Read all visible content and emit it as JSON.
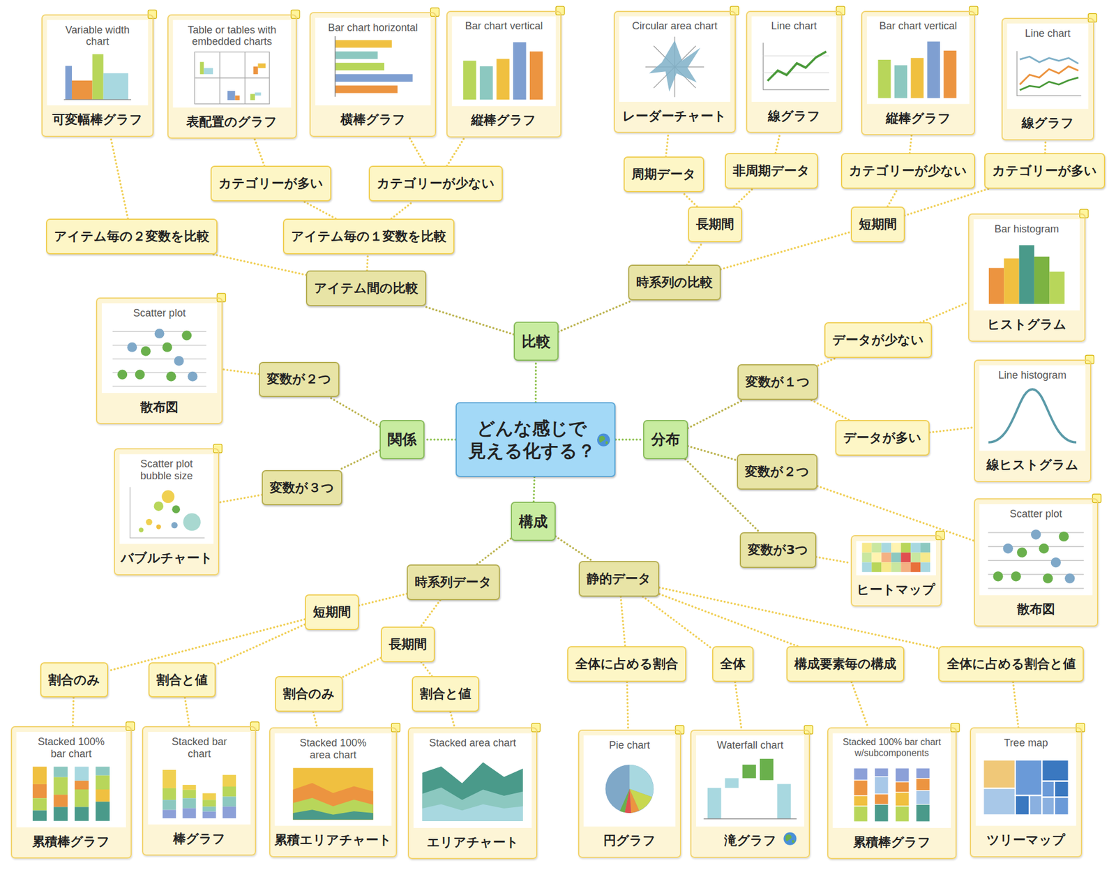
{
  "diagram": {
    "nodes": [
      {
        "text": [
          "どんな感じで 見える化する？"
        ]
      },
      {
        "text": [
          "比較"
        ]
      },
      {
        "text": [
          "関係"
        ]
      },
      {
        "text": [
          "分布"
        ]
      },
      {
        "text": [
          "構成"
        ]
      },
      {
        "text": [
          "アイテム間の比較"
        ]
      },
      {
        "text": [
          "時系列の比較"
        ]
      },
      {
        "text": [
          "アイテム毎の２変数を比較"
        ]
      },
      {
        "text": [
          "アイテム毎の１変数を比較"
        ]
      },
      {
        "text": [
          "Variable width chart",
          "可変幅棒グラフ"
        ]
      },
      {
        "text": [
          "カテゴリーが多い"
        ]
      },
      {
        "text": [
          "カテゴリーが少ない"
        ]
      },
      {
        "text": [
          "Table or tables with embedded charts",
          "表配置のグラフ"
        ]
      },
      {
        "text": [
          "Bar chart horizontal",
          "横棒グラフ"
        ]
      },
      {
        "text": [
          "Bar chart vertical",
          "縦棒グラフ"
        ]
      },
      {
        "text": [
          "長期間"
        ]
      },
      {
        "text": [
          "短期間"
        ]
      },
      {
        "text": [
          "周期データ"
        ]
      },
      {
        "text": [
          "非周期データ"
        ]
      },
      {
        "text": [
          "Circular area chart",
          "レーダーチャート"
        ]
      },
      {
        "text": [
          "Line chart",
          "線グラフ"
        ]
      },
      {
        "text": [
          "カテゴリーが少ない"
        ]
      },
      {
        "text": [
          "カテゴリーが多い"
        ]
      },
      {
        "text": [
          "Bar chart vertical",
          "縦棒グラフ"
        ]
      },
      {
        "text": [
          "Line chart",
          "線グラフ"
        ]
      },
      {
        "text": [
          "変数が１つ"
        ]
      },
      {
        "text": [
          "変数が２つ"
        ]
      },
      {
        "text": [
          "変数が3つ"
        ]
      },
      {
        "text": [
          "データが少ない"
        ]
      },
      {
        "text": [
          "データが多い"
        ]
      },
      {
        "text": [
          "Bar histogram",
          "ヒストグラム"
        ]
      },
      {
        "text": [
          "Line histogram",
          "線ヒストグラム"
        ]
      },
      {
        "text": [
          "ヒートマップ"
        ]
      },
      {
        "text": [
          "Scatter plot",
          "散布図"
        ]
      },
      {
        "text": [
          "変数が２つ"
        ]
      },
      {
        "text": [
          "変数が３つ"
        ]
      },
      {
        "text": [
          "Scatter plot",
          "散布図"
        ]
      },
      {
        "text": [
          "Scatter plot bubble size",
          "バブルチャート"
        ]
      },
      {
        "text": [
          "時系列データ"
        ]
      },
      {
        "text": [
          "静的データ"
        ]
      },
      {
        "text": [
          "短期間"
        ]
      },
      {
        "text": [
          "長期間"
        ]
      },
      {
        "text": [
          "割合のみ"
        ]
      },
      {
        "text": [
          "割合と値"
        ]
      },
      {
        "text": [
          "割合のみ"
        ]
      },
      {
        "text": [
          "割合と値"
        ]
      },
      {
        "text": [
          "Stacked 100% bar chart",
          "累積棒グラフ"
        ]
      },
      {
        "text": [
          "Stacked bar chart",
          "棒グラフ"
        ]
      },
      {
        "text": [
          "Stacked 100% area chart",
          "累積エリアチャート"
        ]
      },
      {
        "text": [
          "Stacked area chart",
          "エリアチャート"
        ]
      },
      {
        "text": [
          "全体に占める割合"
        ]
      },
      {
        "text": [
          "全体"
        ]
      },
      {
        "text": [
          "構成要素毎の構成"
        ]
      },
      {
        "text": [
          "全体に占める割合と値"
        ]
      },
      {
        "text": [
          "Pie chart",
          "円グラフ"
        ]
      },
      {
        "text": [
          "Waterfall chart",
          "滝グラフ"
        ]
      },
      {
        "text": [
          "Stacked 100% bar chart w/subcomponents",
          "累積棒グラフ"
        ]
      },
      {
        "text": [
          "Tree map",
          "ツリーマップ"
        ]
      }
    ],
    "edges": [
      {
        "from": 0,
        "to": 1,
        "arrow": "none"
      },
      {
        "from": 0,
        "to": 2,
        "arrow": "none"
      },
      {
        "from": 0,
        "to": 3,
        "arrow": "none"
      },
      {
        "from": 0,
        "to": 4,
        "arrow": "none"
      },
      {
        "from": 1,
        "to": 5,
        "arrow": "none"
      },
      {
        "from": 1,
        "to": 6,
        "arrow": "none"
      },
      {
        "from": 5,
        "to": 7,
        "arrow": "none"
      },
      {
        "from": 5,
        "to": 8,
        "arrow": "none"
      },
      {
        "from": 7,
        "to": 9,
        "arrow": "none"
      },
      {
        "from": 8,
        "to": 10,
        "arrow": "none"
      },
      {
        "from": 8,
        "to": 11,
        "arrow": "none"
      },
      {
        "from": 10,
        "to": 12,
        "arrow": "none"
      },
      {
        "from": 11,
        "to": 13,
        "arrow": "none"
      },
      {
        "from": 11,
        "to": 14,
        "arrow": "none"
      },
      {
        "from": 6,
        "to": 15,
        "arrow": "none"
      },
      {
        "from": 6,
        "to": 16,
        "arrow": "none"
      },
      {
        "from": 15,
        "to": 17,
        "arrow": "none"
      },
      {
        "from": 15,
        "to": 18,
        "arrow": "none"
      },
      {
        "from": 17,
        "to": 19,
        "arrow": "none"
      },
      {
        "from": 18,
        "to": 20,
        "arrow": "none"
      },
      {
        "from": 16,
        "to": 21,
        "arrow": "none"
      },
      {
        "from": 16,
        "to": 22,
        "arrow": "none"
      },
      {
        "from": 21,
        "to": 23,
        "arrow": "none"
      },
      {
        "from": 22,
        "to": 24,
        "arrow": "none"
      },
      {
        "from": 3,
        "to": 25,
        "arrow": "none"
      },
      {
        "from": 3,
        "to": 26,
        "arrow": "none"
      },
      {
        "from": 3,
        "to": 27,
        "arrow": "none"
      },
      {
        "from": 25,
        "to": 28,
        "arrow": "none"
      },
      {
        "from": 25,
        "to": 29,
        "arrow": "none"
      },
      {
        "from": 28,
        "to": 30,
        "arrow": "none"
      },
      {
        "from": 29,
        "to": 31,
        "arrow": "none"
      },
      {
        "from": 27,
        "to": 32,
        "arrow": "none"
      },
      {
        "from": 26,
        "to": 33,
        "arrow": "none"
      },
      {
        "from": 2,
        "to": 34,
        "arrow": "none"
      },
      {
        "from": 2,
        "to": 35,
        "arrow": "none"
      },
      {
        "from": 34,
        "to": 36,
        "arrow": "none"
      },
      {
        "from": 35,
        "to": 37,
        "arrow": "none"
      },
      {
        "from": 4,
        "to": 38,
        "arrow": "none"
      },
      {
        "from": 4,
        "to": 39,
        "arrow": "none"
      },
      {
        "from": 38,
        "to": 40,
        "arrow": "none"
      },
      {
        "from": 38,
        "to": 41,
        "arrow": "none"
      },
      {
        "from": 40,
        "to": 42,
        "arrow": "none"
      },
      {
        "from": 40,
        "to": 43,
        "arrow": "none"
      },
      {
        "from": 41,
        "to": 44,
        "arrow": "none"
      },
      {
        "from": 41,
        "to": 45,
        "arrow": "none"
      },
      {
        "from": 42,
        "to": 46,
        "arrow": "none"
      },
      {
        "from": 43,
        "to": 47,
        "arrow": "none"
      },
      {
        "from": 44,
        "to": 48,
        "arrow": "none"
      },
      {
        "from": 45,
        "to": 49,
        "arrow": "none"
      },
      {
        "from": 39,
        "to": 50,
        "arrow": "none"
      },
      {
        "from": 39,
        "to": 51,
        "arrow": "none"
      },
      {
        "from": 39,
        "to": 52,
        "arrow": "none"
      },
      {
        "from": 39,
        "to": 53,
        "arrow": "none"
      },
      {
        "from": 50,
        "to": 54,
        "arrow": "none"
      },
      {
        "from": 51,
        "to": 55,
        "arrow": "none"
      },
      {
        "from": 52,
        "to": 56,
        "arrow": "none"
      },
      {
        "from": 53,
        "to": 57,
        "arrow": "none"
      }
    ]
  }
}
